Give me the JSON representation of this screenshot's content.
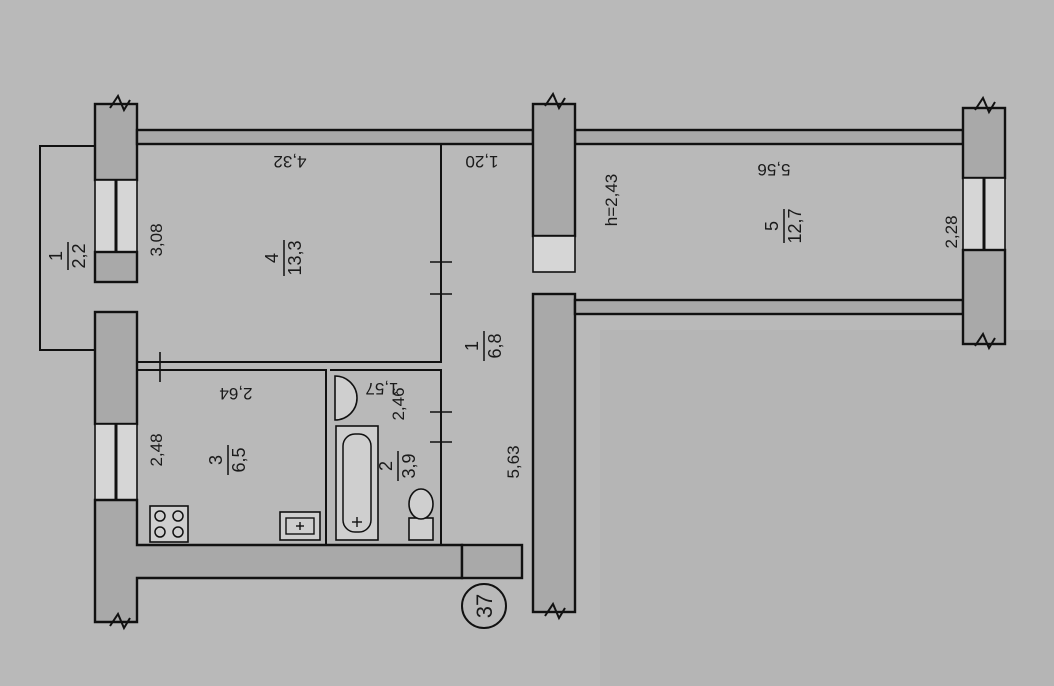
{
  "rooms": [
    {
      "number": "1",
      "area": "2,2"
    },
    {
      "number": "4",
      "area": "13,3"
    },
    {
      "number": "1",
      "area": "6,8"
    },
    {
      "number": "5",
      "area": "12,7"
    },
    {
      "number": "3",
      "area": "6,5"
    },
    {
      "number": "2",
      "area": "3,9"
    }
  ],
  "dimensions": {
    "room4_length": "4,32",
    "room4_width": "3,08",
    "corridor_top": "1,20",
    "ceiling_height": "h=2,43",
    "room5_length": "5,56",
    "room5_width": "2,28",
    "kitchen_length": "2,64",
    "kitchen_width": "2,48",
    "bath_length": "1,57",
    "bath_width": "2,46",
    "corridor_length": "5,63"
  },
  "apartment_number": "37"
}
